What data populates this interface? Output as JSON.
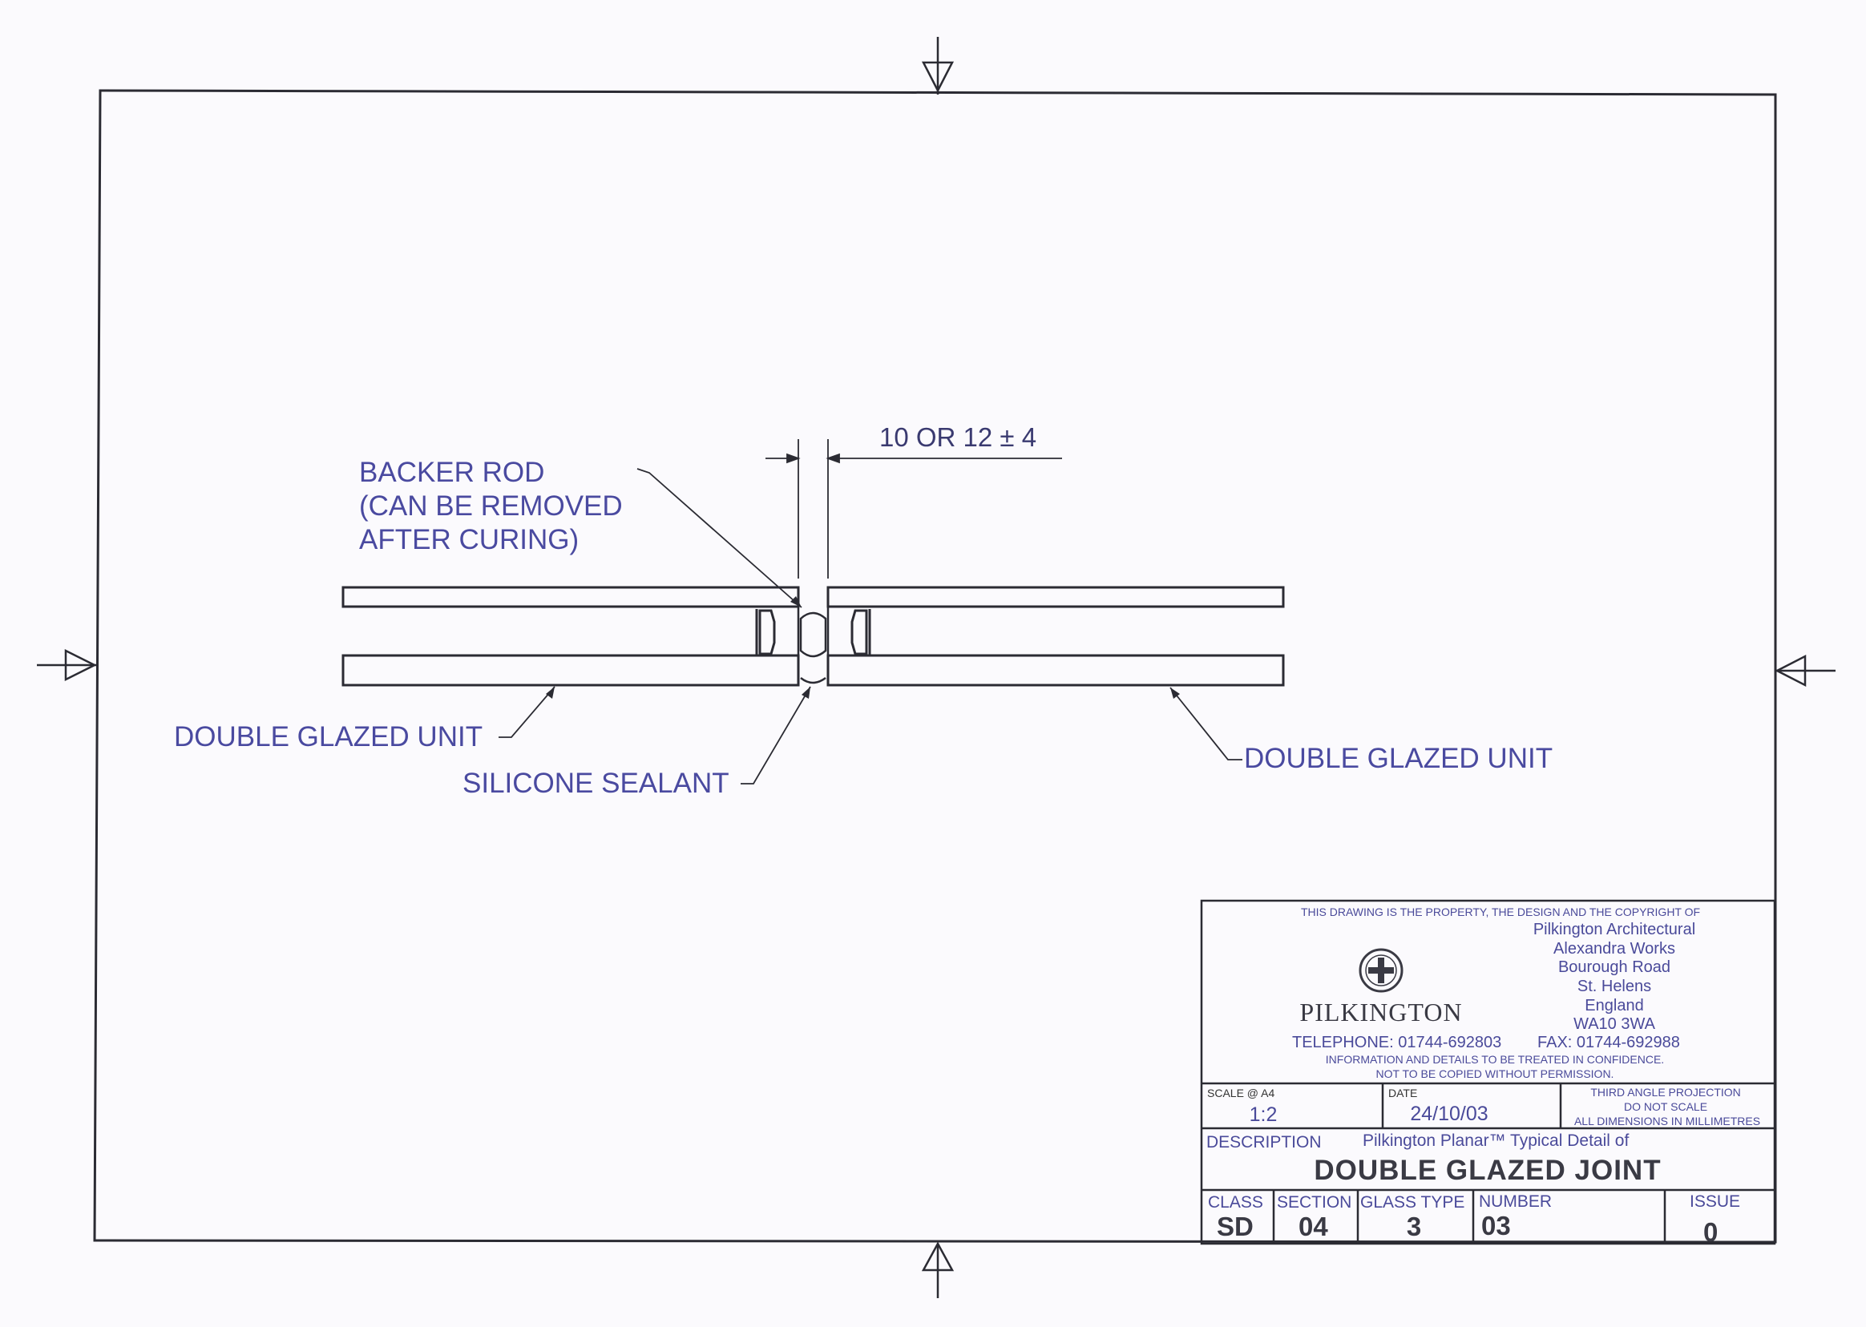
{
  "labels": {
    "backer_rod": [
      "BACKER ROD",
      "(CAN BE REMOVED",
      "AFTER CURING)"
    ],
    "dimension": "10 OR 12 ± 4",
    "dgu_left": "DOUBLE GLAZED UNIT",
    "dgu_right": "DOUBLE GLAZED UNIT",
    "sealant": "SILICONE SEALANT"
  },
  "title_block": {
    "property_notice": "THIS DRAWING IS THE PROPERTY, THE DESIGN AND THE COPYRIGHT OF",
    "address": [
      "Pilkington Architectural",
      "Alexandra Works",
      "Bourough Road",
      "St. Helens",
      "England",
      "WA10 3WA"
    ],
    "logo_name": "PILKINGTON",
    "telephone": "TELEPHONE:  01744-692803",
    "fax": "FAX:  01744-692988",
    "confidential_1": "INFORMATION AND DETAILS TO BE TREATED IN CONFIDENCE.",
    "confidential_2": "NOT TO BE COPIED WITHOUT PERMISSION.",
    "scale_label": "SCALE @ A4",
    "scale": "1:2",
    "date_label": "DATE",
    "date": "24/10/03",
    "projection": [
      "THIRD ANGLE PROJECTION",
      "DO NOT SCALE",
      "ALL DIMENSIONS IN MILLIMETRES"
    ],
    "description_label": "DESCRIPTION",
    "description_sub": "Pilkington Planar™ Typical Detail of",
    "description_title": "DOUBLE GLAZED JOINT",
    "class_label": "CLASS",
    "class": "SD",
    "section_label": "SECTION",
    "section": "04",
    "glass_type_label": "GLASS TYPE",
    "glass_type": "3",
    "number_label": "NUMBER",
    "number": "03",
    "issue_label": "ISSUE",
    "issue": "0"
  },
  "colors": {
    "line": "#2b2b33",
    "label": "#4a4aa0",
    "paper": "#fbfafd"
  }
}
